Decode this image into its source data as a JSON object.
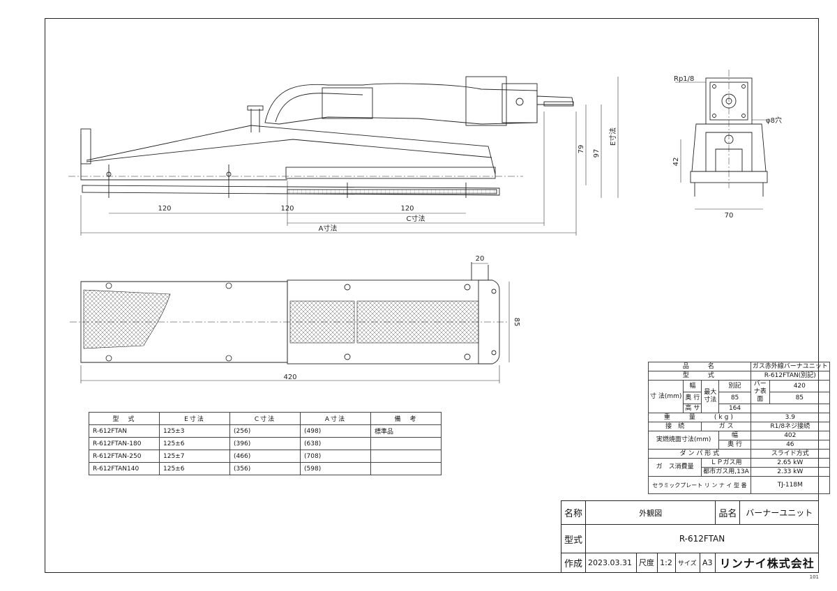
{
  "side_view": {
    "dim_a": "A寸法",
    "dim_c": "C寸法",
    "dim_e": "E寸法",
    "dim_120_a": "120",
    "dim_120_b": "120",
    "dim_120_c": "120",
    "dim_79": "79",
    "dim_97": "97"
  },
  "end_view": {
    "rp": "Rp1/8",
    "hole": "φ8穴",
    "dim_42": "42",
    "dim_70": "70"
  },
  "top_view": {
    "dim_20": "20",
    "dim_85": "85",
    "dim_420": "420"
  },
  "model_table": {
    "headers": [
      "型　式",
      "E寸法",
      "C寸法",
      "A寸法",
      "備　考"
    ],
    "rows": [
      [
        "R-612FTAN",
        "125±3",
        "(256)",
        "(498)",
        "標準品"
      ],
      [
        "R-612FTAN-180",
        "125±6",
        "(396)",
        "(638)",
        ""
      ],
      [
        "R-612FTAN-250",
        "125±7",
        "(466)",
        "(708)",
        ""
      ],
      [
        "R-612FTAN140",
        "125±6",
        "(356)",
        "(598)",
        ""
      ]
    ]
  },
  "spec": {
    "hinmei_label": "品　　名",
    "hinmei_value": "ガス赤外線バーナユニット",
    "katashiki_label": "型　　式",
    "katashiki_value": "R-612FTAN(別記)",
    "sunpo_label": "寸 法(mm)",
    "haba": "幅",
    "okuyuki": "奥 行",
    "takasa": "高 サ",
    "saidai": "最大寸法",
    "betsuki": "別記",
    "v85": "85",
    "v164": "164",
    "burner_men": "バーナ表 面",
    "v420": "420",
    "v85b": "85",
    "juryo_label": "重　　量　　(kg)",
    "juryo_value": "3.9",
    "setsuzoku_label": "接　続",
    "gas_label": "ガ ス",
    "setsuzoku_value": "R1/8ネジ接続",
    "jitsunen_label": "実燃焼面寸法(mm)",
    "haba2": "幅",
    "okuyuki2": "奥 行",
    "jitsunen_w": "402",
    "jitsunen_d": "46",
    "damper_label": "ダ ン パ 形 式",
    "damper_value": "スライド方式",
    "gas_shohi_label": "ガ　ス消費量",
    "lp_label": "ＬＰガス用",
    "lp_value": "2.65 kW",
    "toshi_label": "都市ガス用,13A",
    "toshi_value": "2.33 kW",
    "ceramic_label": "セラミックプレート リ ン ナ イ 型 番",
    "ceramic_value": "TJ-118M"
  },
  "title_block": {
    "name_k": "名称",
    "name_v": "外観図",
    "hinmei_k": "品名",
    "hinmei_v": "バーナーユニット",
    "model_k": "型式",
    "model_v": "R-612FTAN",
    "made_k": "作成",
    "date": "2023.03.31",
    "scale_k": "尺度",
    "scale_v": "1:2",
    "size_k": "サイズ",
    "size_v": "A3",
    "company": "リンナイ株式会社"
  },
  "sheet_no": "101"
}
